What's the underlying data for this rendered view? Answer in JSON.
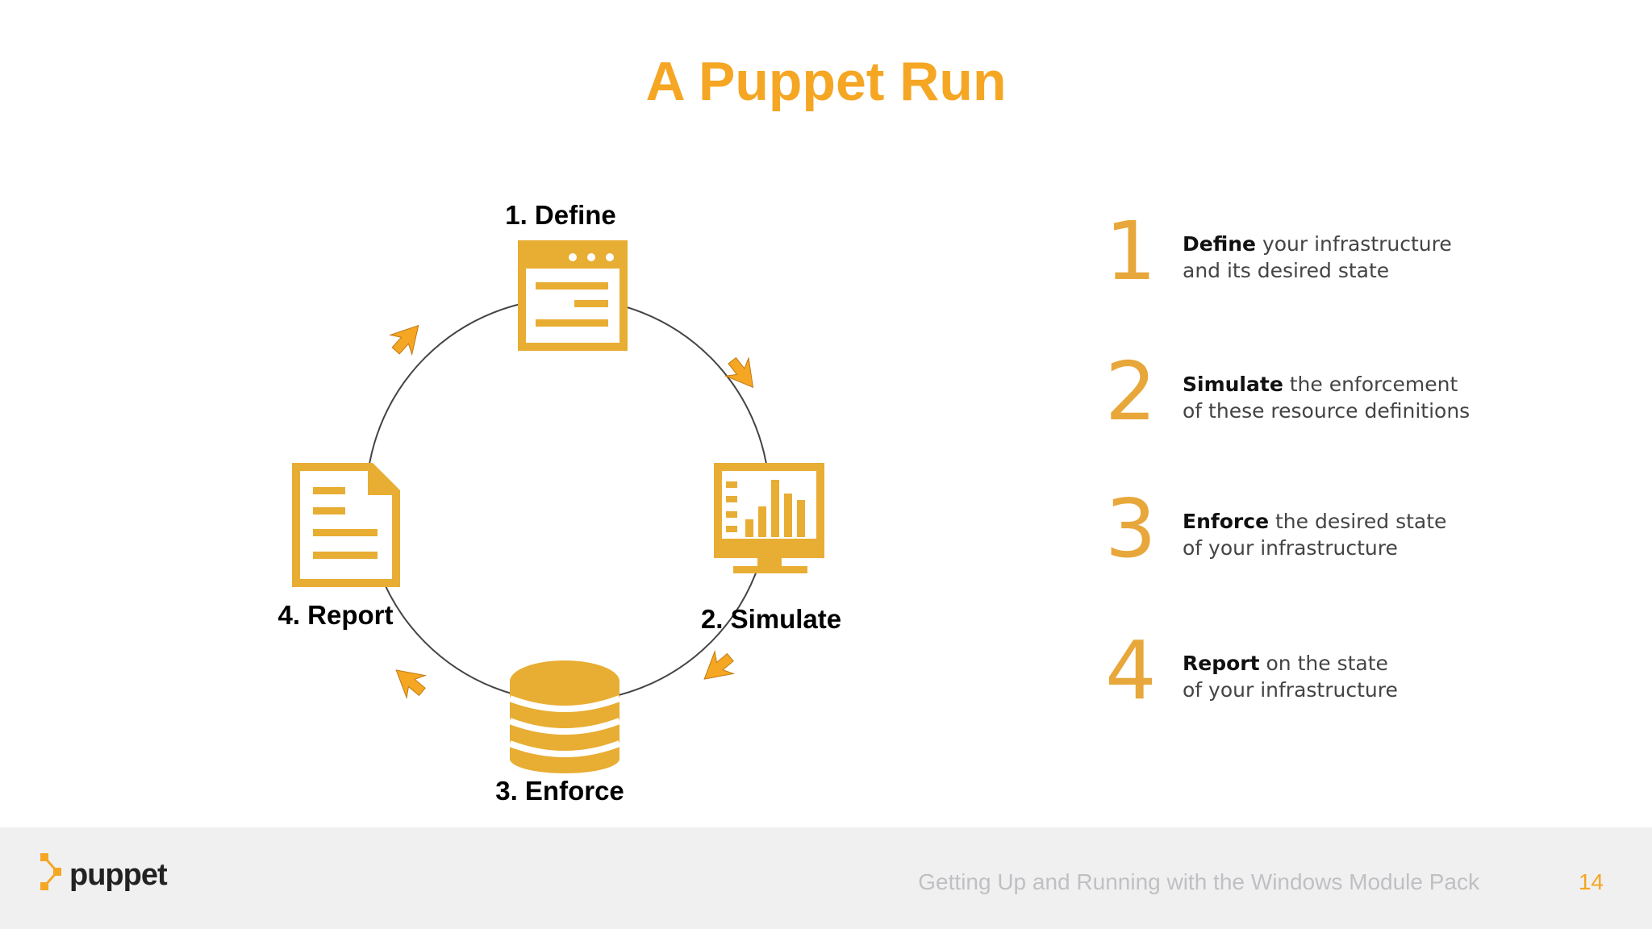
{
  "slide": {
    "title": "A Puppet Run"
  },
  "cycle": {
    "labels": {
      "define": "1. Define",
      "simulate": "2. Simulate",
      "enforce": "3. Enforce",
      "report": "4. Report"
    },
    "icons": {
      "define": "browser-window-icon",
      "simulate": "monitor-chart-icon",
      "enforce": "database-icon",
      "report": "document-icon"
    },
    "icon_color": "#e8ad33",
    "arrow_color": "#f5a623",
    "line_color": "#444444"
  },
  "steps": [
    {
      "number": "1",
      "keyword": "Define",
      "line1_rest": " your infrastructure",
      "line2": "and its desired state"
    },
    {
      "number": "2",
      "keyword": "Simulate",
      "line1_rest": " the enforcement",
      "line2": "of these resource definitions"
    },
    {
      "number": "3",
      "keyword": "Enforce",
      "line1_rest": " the desired state",
      "line2": "of your infrastructure"
    },
    {
      "number": "4",
      "keyword": "Report",
      "line1_rest": " on the state",
      "line2": "of your infrastructure"
    }
  ],
  "footer": {
    "logo_text": "puppet",
    "subtitle": "Getting Up and Running with the Windows Module Pack",
    "page_number": "14"
  },
  "colors": {
    "accent": "#f5a623",
    "step_number": "#e8a73a",
    "footer_bg": "#f0f0f1"
  }
}
